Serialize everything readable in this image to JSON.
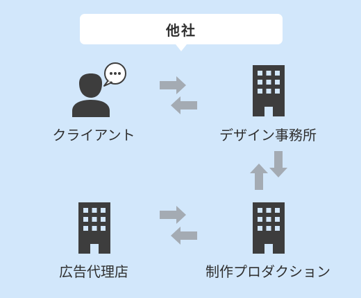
{
  "header": {
    "title": "他社"
  },
  "nodes": {
    "client": {
      "label": "クライアント",
      "icon": "person-with-speech-bubble-icon"
    },
    "design_office": {
      "label": "デザイン事務所",
      "icon": "building-icon"
    },
    "ad_agency": {
      "label": "広告代理店",
      "icon": "building-icon"
    },
    "production": {
      "label": "制作プロダクション",
      "icon": "building-icon"
    }
  },
  "colors": {
    "background": "#d2e7fb",
    "icon": "#3d3d3d",
    "arrow": "#a4abb3",
    "bubble": "#ffffff"
  }
}
